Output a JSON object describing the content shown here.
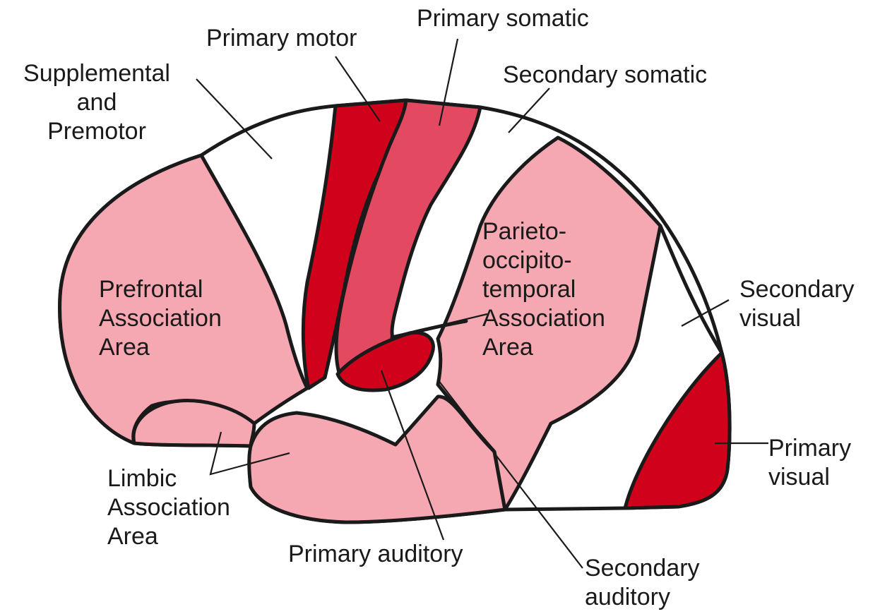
{
  "colors": {
    "primary": "#d0021b",
    "somatic": "#e34a62",
    "association": "#f6a8b2",
    "secondary": "#ffffff",
    "outline": "#1a1a1a"
  },
  "labels": {
    "primary_motor": "Primary motor",
    "primary_somatic": "Primary somatic",
    "supplemental_premotor": "Supplemental\nand\nPremotor",
    "secondary_somatic": "Secondary somatic",
    "prefrontal": "Prefrontal\nAssociation\nArea",
    "parieto": "Parieto-\noccipito-\ntemporal\nAssociation\nArea",
    "secondary_visual": "Secondary\nvisual",
    "primary_visual": "Primary\nvisual",
    "limbic": "Limbic\nAssociation\nArea",
    "primary_auditory": "Primary auditory",
    "secondary_auditory": "Secondary\nauditory"
  }
}
